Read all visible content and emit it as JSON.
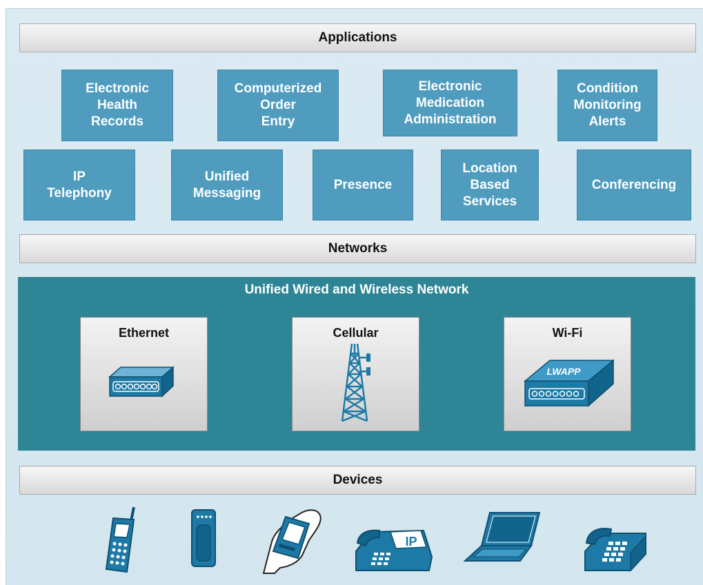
{
  "bars": {
    "applications": "Applications",
    "networks": "Networks",
    "devices": "Devices"
  },
  "applications": {
    "row1": [
      "Electronic\nHealth\nRecords",
      "Computerized\nOrder\nEntry",
      "Electronic\nMedication\nAdministration",
      "Condition\nMonitoring\nAlerts"
    ],
    "row2": [
      "IP\nTelephony",
      "Unified\nMessaging",
      "Presence",
      "Location\nBased\nServices",
      "Conferencing"
    ]
  },
  "network": {
    "title": "Unified Wired and Wireless Network",
    "types": [
      {
        "label": "Ethernet",
        "icon": "ethernet-switch-icon"
      },
      {
        "label": "Cellular",
        "icon": "cell-tower-icon"
      },
      {
        "label": "Wi-Fi",
        "icon": "lwapp-access-point-icon",
        "device_label": "LWAPP"
      }
    ]
  },
  "devices": [
    {
      "icon": "wireless-handset-icon"
    },
    {
      "icon": "pager-badge-icon"
    },
    {
      "icon": "handheld-pda-icon"
    },
    {
      "icon": "ip-phone-icon",
      "device_label": "IP"
    },
    {
      "icon": "laptop-icon"
    },
    {
      "icon": "desk-phone-icon"
    }
  ],
  "colors": {
    "background": "#d6e8f0",
    "app_box": "#4f9cbf",
    "network_panel": "#2d8595",
    "icon_blue": "#1d7aa6"
  }
}
